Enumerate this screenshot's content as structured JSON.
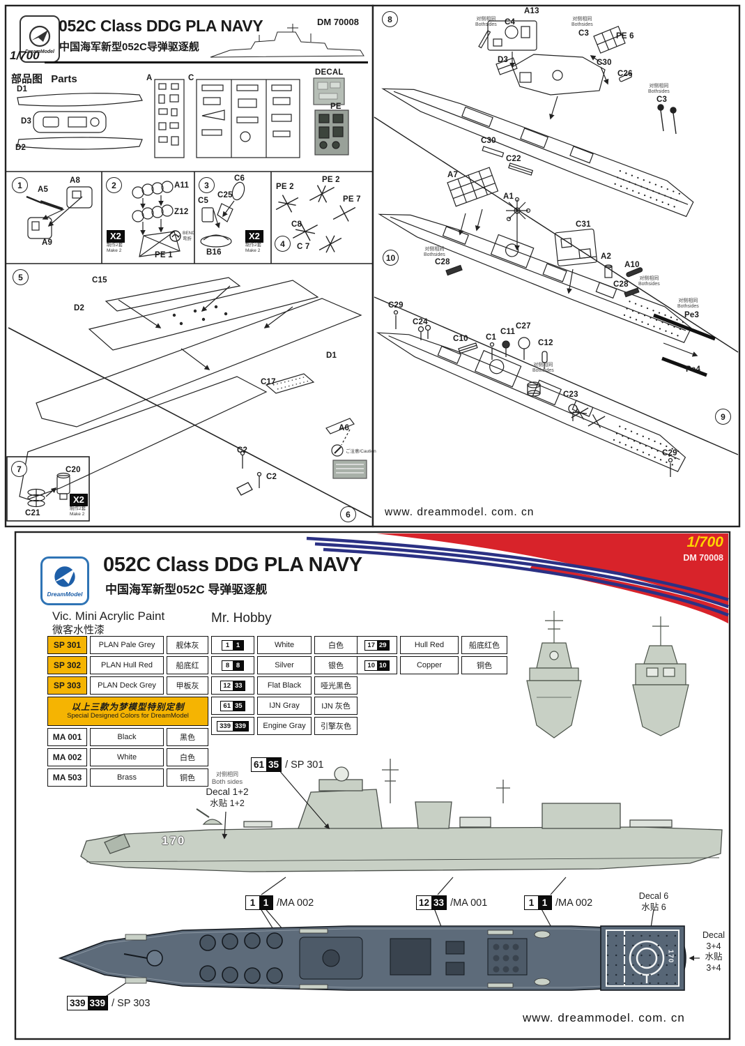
{
  "colors": {
    "accent_yellow": "#f5b402",
    "swoosh_red": "#d8232a",
    "stripe_navy": "#2b3184",
    "logo_blue": "#1e5fa8",
    "hull_pale": "#c8d0c5",
    "deck_slate": "#5d6b7a",
    "panel_dark": "#39434e",
    "ink": "#1a1a1a"
  },
  "top": {
    "header": {
      "brand": "DreamModel",
      "title": "052C Class DDG PLA NAVY",
      "subtitle": "中国海军新型052C导弹驱逐舰",
      "kit_no": "DM 70008",
      "scale": "1/700"
    },
    "parts": {
      "heading_cn": "部品图",
      "heading_en": "Parts",
      "d1": "D1",
      "d3": "D3",
      "d2": "D2",
      "sprue_a": "A",
      "sprue_c": "C",
      "decal": "DECAL",
      "pe": "PE"
    },
    "make2": {
      "badge": "X2",
      "cn": "制作2套",
      "en": "Make 2"
    },
    "bothsides": {
      "cn": "对侧相同",
      "en": "Bothsides"
    },
    "bend": {
      "en": "BEND",
      "cn": "弯折"
    },
    "caution": {
      "label": "ご注意/Caution"
    },
    "website": "www. dreammodel. com. cn",
    "steps": {
      "s1": {
        "no": "1",
        "a5": "A5",
        "a8": "A8",
        "a9": "A9"
      },
      "s2": {
        "no": "2",
        "a11": "A11",
        "z12": "Z12",
        "pe1": "PE 1"
      },
      "s3": {
        "no": "3",
        "c6": "C6",
        "c5": "C5",
        "c25": "C25",
        "b16": "B16"
      },
      "s4": {
        "no": "4",
        "pe2a": "PE 2",
        "pe2b": "PE 2",
        "pe7": "PE 7",
        "c8": "C8",
        "c7": "C 7"
      },
      "s5": {
        "no": "5",
        "c15": "C15",
        "d2": "D2",
        "d1": "D1",
        "c17": "C17"
      },
      "s6": {
        "no": "6",
        "a6": "A6",
        "c2a": "C2",
        "c2b": "C2"
      },
      "s7": {
        "no": "7",
        "c20": "C20",
        "c21": "C21"
      },
      "s8": {
        "no": "8",
        "a13": "A13",
        "c4": "C4",
        "c3a": "C3",
        "pe6": "PE 6",
        "c30a": "C30",
        "c26": "C26",
        "d3": "D3",
        "c3b": "C3",
        "c30b": "C30",
        "c22": "C22"
      },
      "s9": {
        "no": "9"
      },
      "s10": {
        "no": "10",
        "a7": "A7",
        "a1": "A1",
        "c31": "C31",
        "c28a": "C28",
        "a2": "A2",
        "a10": "A10",
        "c28b": "C28",
        "pe3": "Pe3",
        "c29a": "C29",
        "c24": "C24",
        "c10": "C10",
        "c1": "C1",
        "c11": "C11",
        "c27": "C27",
        "c12": "C12",
        "c23": "C23",
        "pe4": "Pe4",
        "c29b": "C29"
      }
    }
  },
  "bottom": {
    "header": {
      "brand": "DreamModel",
      "title": "052C Class DDG PLA NAVY",
      "subtitle": "中国海军新型052C 导弹驱逐舰",
      "scale": "1/700",
      "kit_no": "DM 70008"
    },
    "vic": {
      "title": "Vic. Mini Acrylic Paint",
      "title_cn": "微客水性漆",
      "special_rows": [
        {
          "code": "SP 301",
          "name": "PLAN Pale Grey",
          "cn": "舰体灰"
        },
        {
          "code": "SP 302",
          "name": "PLAN Hull Red",
          "cn": "船底红"
        },
        {
          "code": "SP 303",
          "name": "PLAN Deck Grey",
          "cn": "甲板灰"
        }
      ],
      "banner_cn": "以上三款为梦模型特别定制",
      "banner_en": "Special Designed Colors for DreamModel",
      "rows": [
        {
          "code": "MA 001",
          "name": "Black",
          "cn": "黑色"
        },
        {
          "code": "MA 002",
          "name": "White",
          "cn": "白色"
        },
        {
          "code": "MA 503",
          "name": "Brass",
          "cn": "铜色"
        }
      ]
    },
    "hobby": {
      "title": "Mr. Hobby",
      "left": [
        {
          "w": "1",
          "b": "1",
          "name": "White",
          "cn": "白色"
        },
        {
          "w": "8",
          "b": "8",
          "name": "Silver",
          "cn": "银色"
        },
        {
          "w": "12",
          "b": "33",
          "name": "Flat Black",
          "cn": "哑光黑色"
        },
        {
          "w": "61",
          "b": "35",
          "name": "IJN Gray",
          "cn": "IJN 灰色"
        },
        {
          "w": "339",
          "b": "339",
          "name": "Engine Gray",
          "cn": "引擎灰色"
        }
      ],
      "right": [
        {
          "w": "17",
          "b": "29",
          "name": "Hull Red",
          "cn": "船底红色"
        },
        {
          "w": "10",
          "b": "10",
          "name": "Copper",
          "cn": "铜色"
        }
      ]
    },
    "side": {
      "sp301": {
        "w": "61",
        "b": "35",
        "suffix": "/ SP 301"
      },
      "both_sides": {
        "cn": "对侧相同",
        "en": "Both sides",
        "decal": "Decal 1+2",
        "decal_cn": "水贴 1+2"
      },
      "hull_number": "170"
    },
    "plan": {
      "ma002a": {
        "w": "1",
        "b": "1",
        "suffix": "/MA 002"
      },
      "ma001": {
        "w": "12",
        "b": "33",
        "suffix": "/MA 001"
      },
      "ma002b": {
        "w": "1",
        "b": "1",
        "suffix": "/MA 002"
      },
      "decal6": {
        "line1": "Decal 6",
        "line2": "水贴 6"
      },
      "decal34": {
        "line1": "Decal",
        "line2": "3+4",
        "line3": "水贴",
        "line4": "3+4"
      },
      "sp303": {
        "w": "339",
        "b": "339",
        "suffix": "/ SP 303"
      },
      "helipad_number": "170"
    },
    "website": "www. dreammodel. com. cn"
  }
}
